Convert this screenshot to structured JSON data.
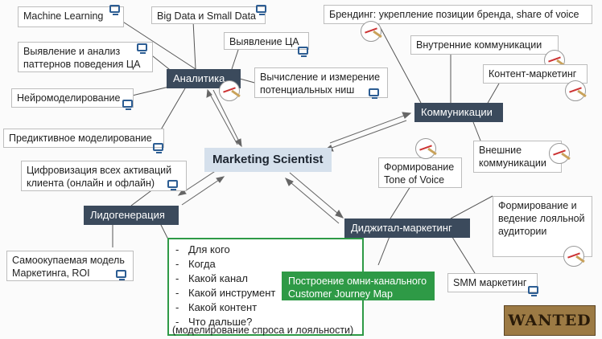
{
  "center": "Marketing Scientist",
  "hubs": {
    "analytics": "Аналитика",
    "communications": "Коммуникации",
    "leadgen": "Лидогенерация",
    "digital": "Диджитал-маркетинг"
  },
  "analytics_items": {
    "ml": "Machine Learning",
    "bigdata": "Big Data и Small Data",
    "patterns": "Выявление и анализ паттернов поведения ЦА",
    "target": "Выявление ЦА",
    "neuro": "Нейромоделирование",
    "niches": "Вычисление и измерение потенциальных ниш",
    "predictive": "Предиктивное моделирование"
  },
  "communications_items": {
    "branding": "Брендинг: укрепление позиции бренда, share of voice",
    "internal": "Внутренние коммуникации",
    "content": "Контент-маркетинг",
    "external": "Внешние коммуникации"
  },
  "leadgen_items": {
    "digitize": "Цифровизация всех активаций клиента (онлайн и офлайн)",
    "payback": "Самоокупаемая модель Маркетинга, ROI"
  },
  "digital_items": {
    "tov": "Формирование Tone of Voice",
    "loyalty": "Формирование и ведение лояльной аудитории",
    "smm": "SMM маркетинг"
  },
  "cjm": {
    "list": [
      "Для кого",
      "Когда",
      "Какой канал",
      "Какой инструмент",
      "Какой контент",
      "Что дальше?"
    ],
    "footer": "(моделирование спроса и лояльности)",
    "label": "Построение омни-канального Customer Journey Map"
  },
  "stamp": "WANTED",
  "colors": {
    "hub": "#3b4a5c",
    "center": "#d5e0ec",
    "green": "#2e9a46",
    "icon": "#2c5d93"
  }
}
